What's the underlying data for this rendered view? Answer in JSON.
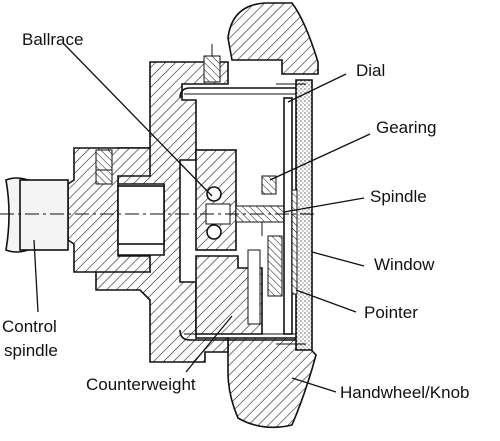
{
  "labels": {
    "ballrace": "Ballrace",
    "dial": "Dial",
    "gearing": "Gearing",
    "spindle": "Spindle",
    "window": "Window",
    "pointer": "Pointer",
    "control_spindle_line1": "Control",
    "control_spindle_line2": "spindle",
    "counterweight": "Counterweight",
    "handwheel": "Handwheel/Knob"
  },
  "colors": {
    "ink": "#111111",
    "background": "#ffffff",
    "shaft_fill": "#f4f4f4"
  }
}
